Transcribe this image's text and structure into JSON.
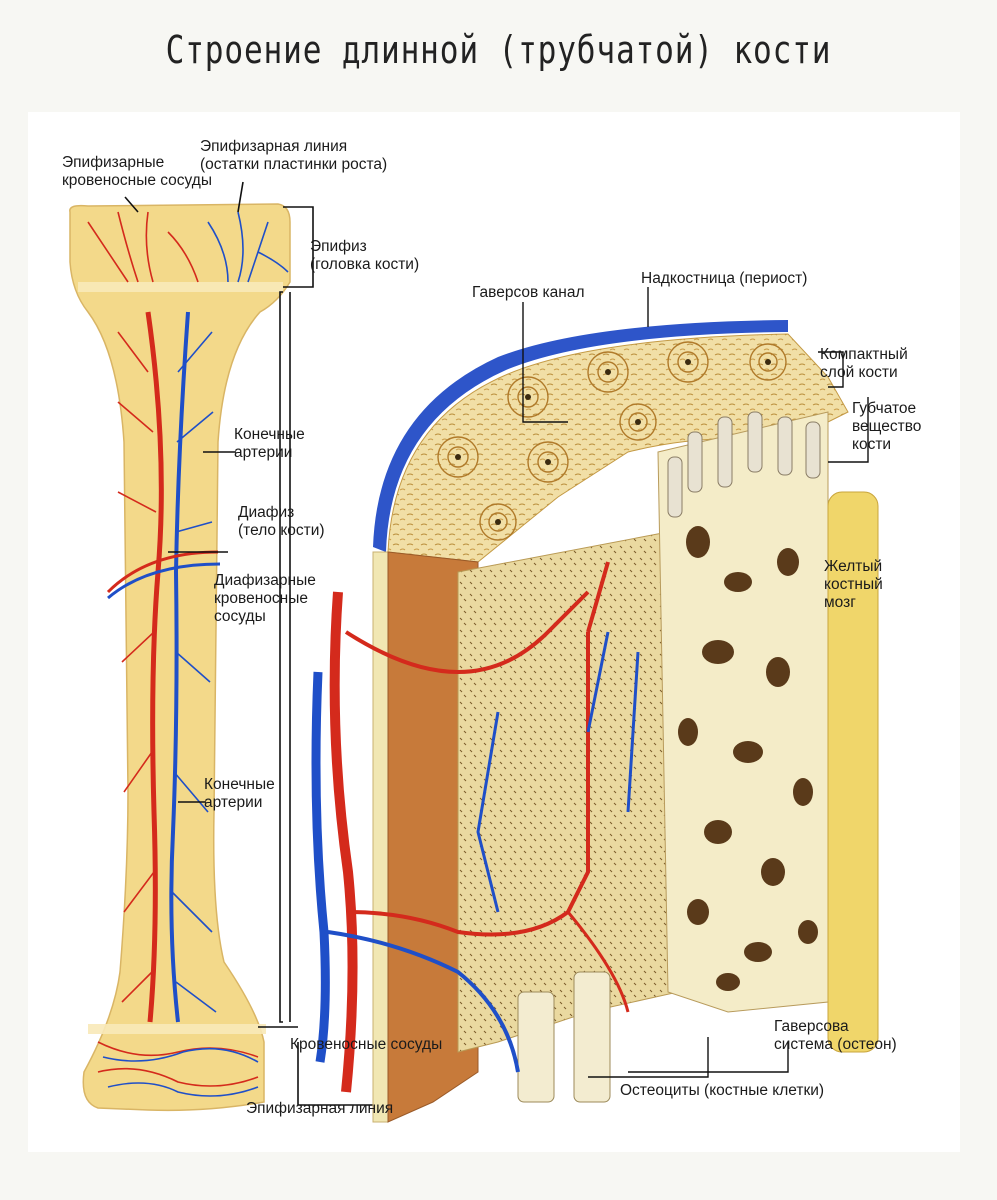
{
  "title": "Строение длинной (трубчатой) кости",
  "labels": {
    "epiphyseal_vessels": "Эпифизарные\nкровеносные сосуды",
    "epiphyseal_line_top": "Эпифизарная линия\n(остатки пластинки роста)",
    "epiphysis": "Эпифиз\n(головка кости)",
    "terminal_arteries_upper": "Конечные\nартерии",
    "diaphysis": "Диафиз\n(тело кости)",
    "diaphyseal_vessels": "Диафизарные\nкровеносные\nсосуды",
    "terminal_arteries_lower": "Конечные\nартерии",
    "blood_vessels": "Кровеносные сосуды",
    "epiphyseal_line_bottom": "Эпифизарная линия",
    "haversian_canal": "Гаверсов канал",
    "periosteum": "Надкостница (периост)",
    "compact_layer": "Компактный\nслой кости",
    "spongy_substance": "Губчатое\nвещество\nкости",
    "yellow_marrow": "Желтый\nкостный\nмозг",
    "haversian_system": "Гаверсова\nсистема (остеон)",
    "osteocytes": "Остеоциты (костные клетки)"
  },
  "colors": {
    "bone": "#f3d98a",
    "bone_dark": "#e2b85c",
    "artery": "#d42a1c",
    "vein": "#1f4fc8",
    "marrow": "#f0d66a",
    "periosteum": "#2e55c9"
  }
}
